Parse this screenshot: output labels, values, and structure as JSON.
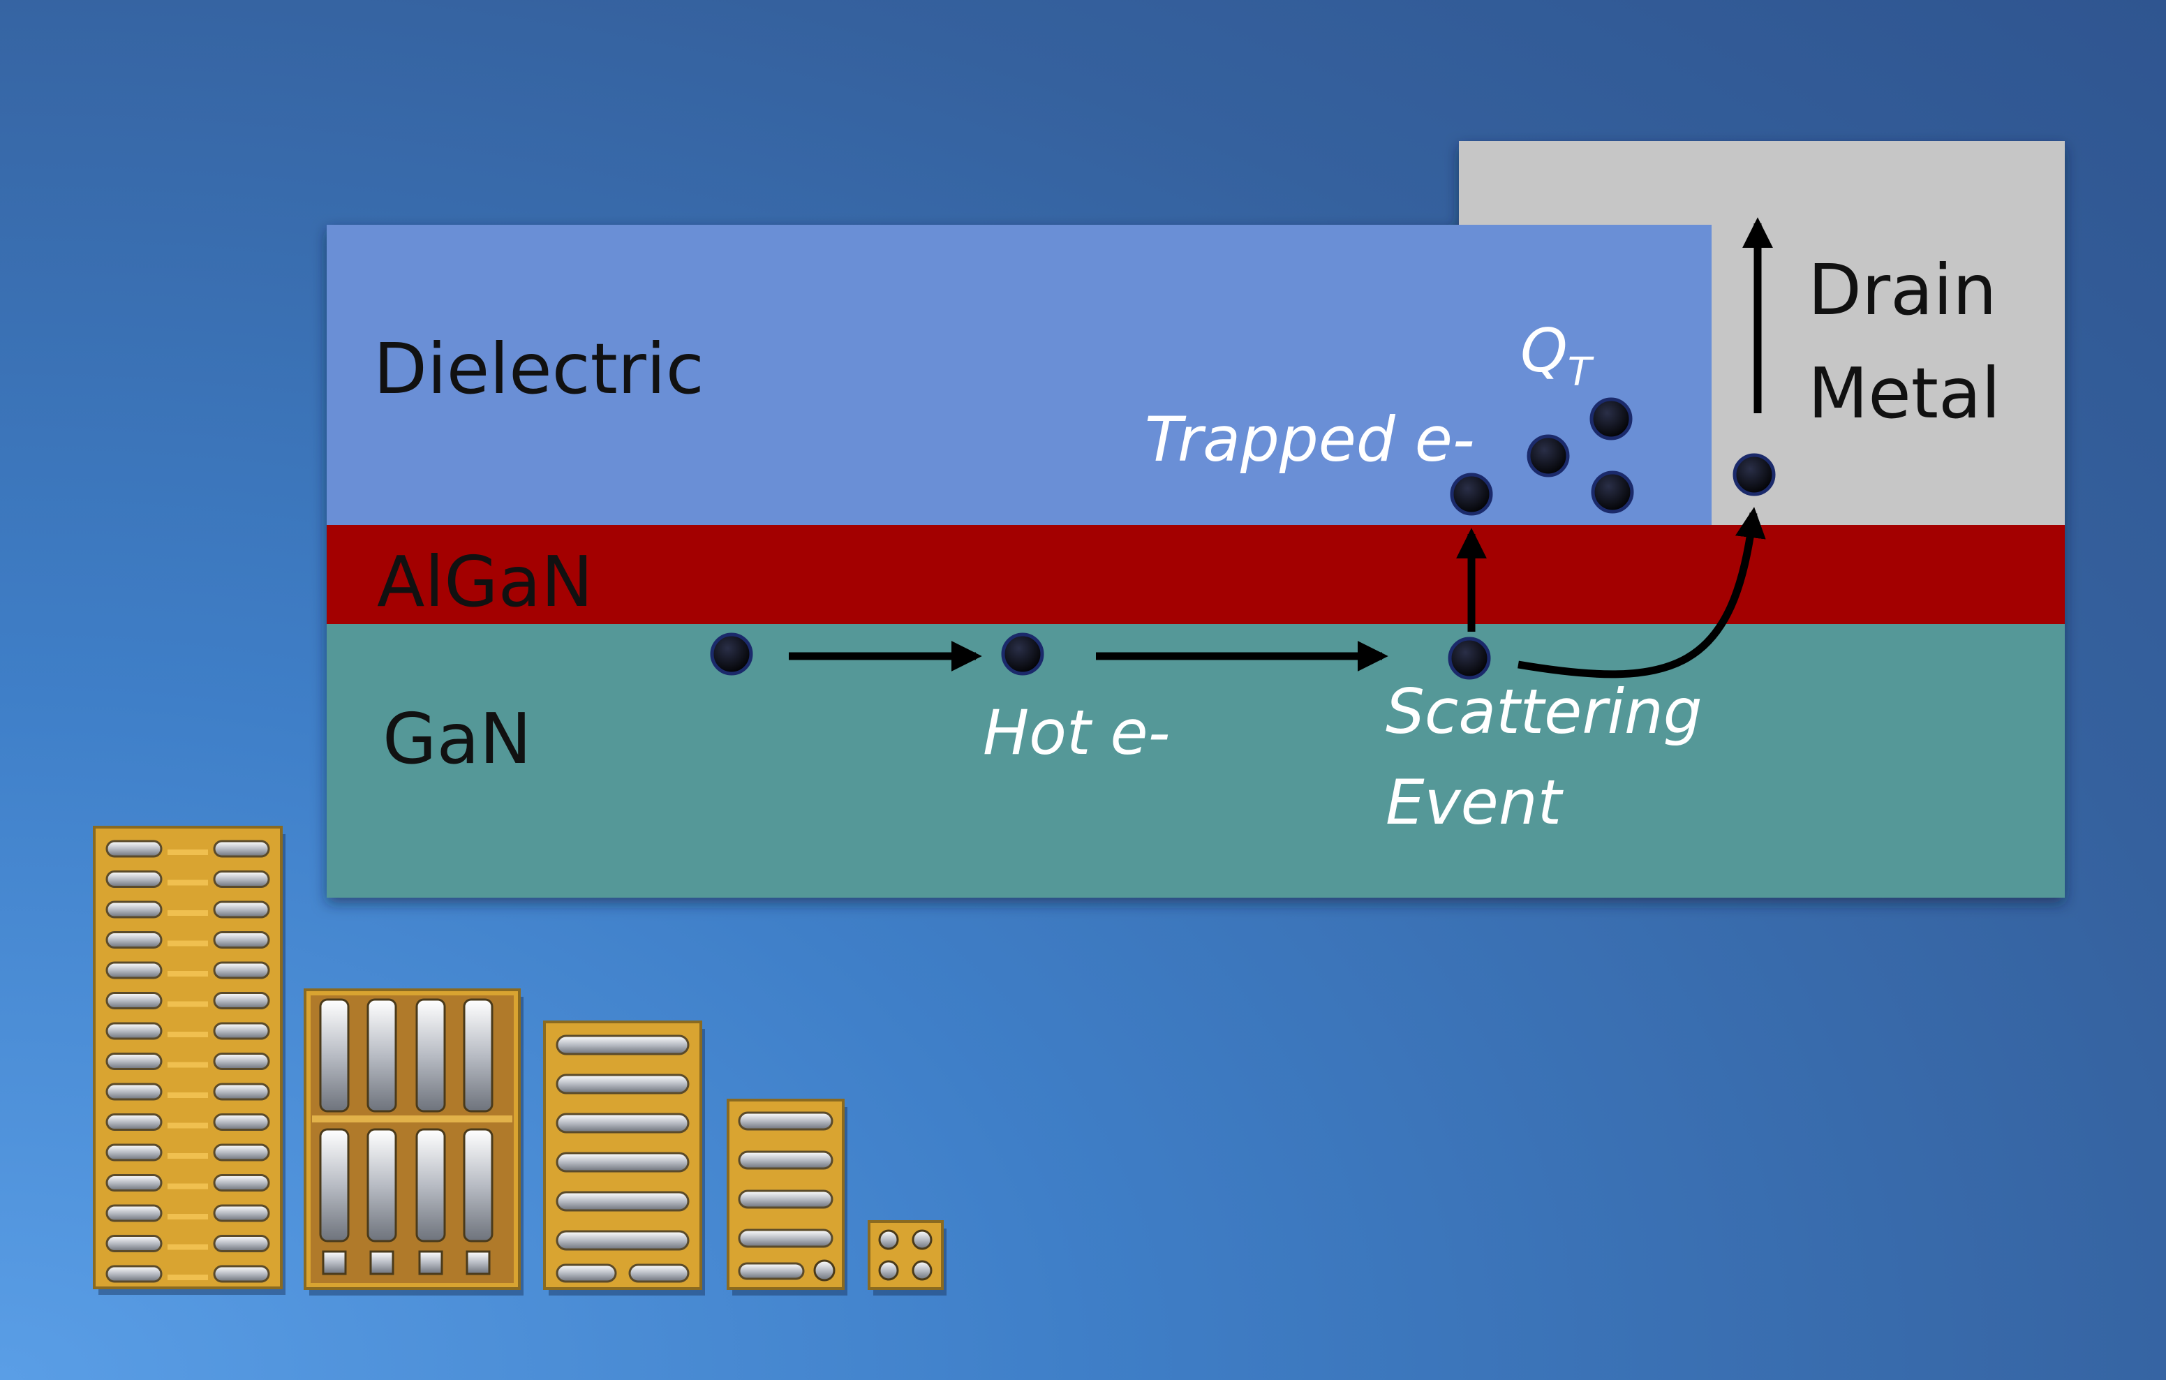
{
  "layers": {
    "dielectric_label": "Dielectric",
    "algan_label": "AlGaN",
    "gan_label": "GaN",
    "drain_label_line1": "Drain",
    "drain_label_line2": "Metal"
  },
  "annotations": {
    "qt_main": "Q",
    "qt_sub": "T",
    "trapped": "Trapped e-",
    "hot": "Hot e-",
    "scattering_line1": "Scattering",
    "scattering_line2": "Event"
  },
  "colors": {
    "dielectric": "#6b8fd6",
    "algan": "#a30000",
    "gan": "#559898",
    "drain_metal": "#c6c6c6",
    "electron": "#0a0a14",
    "chip_gold": "#d9a431"
  },
  "chips": [
    {
      "name": "chip-package-1"
    },
    {
      "name": "chip-package-2"
    },
    {
      "name": "chip-package-3"
    },
    {
      "name": "chip-package-4"
    },
    {
      "name": "chip-package-5"
    }
  ]
}
